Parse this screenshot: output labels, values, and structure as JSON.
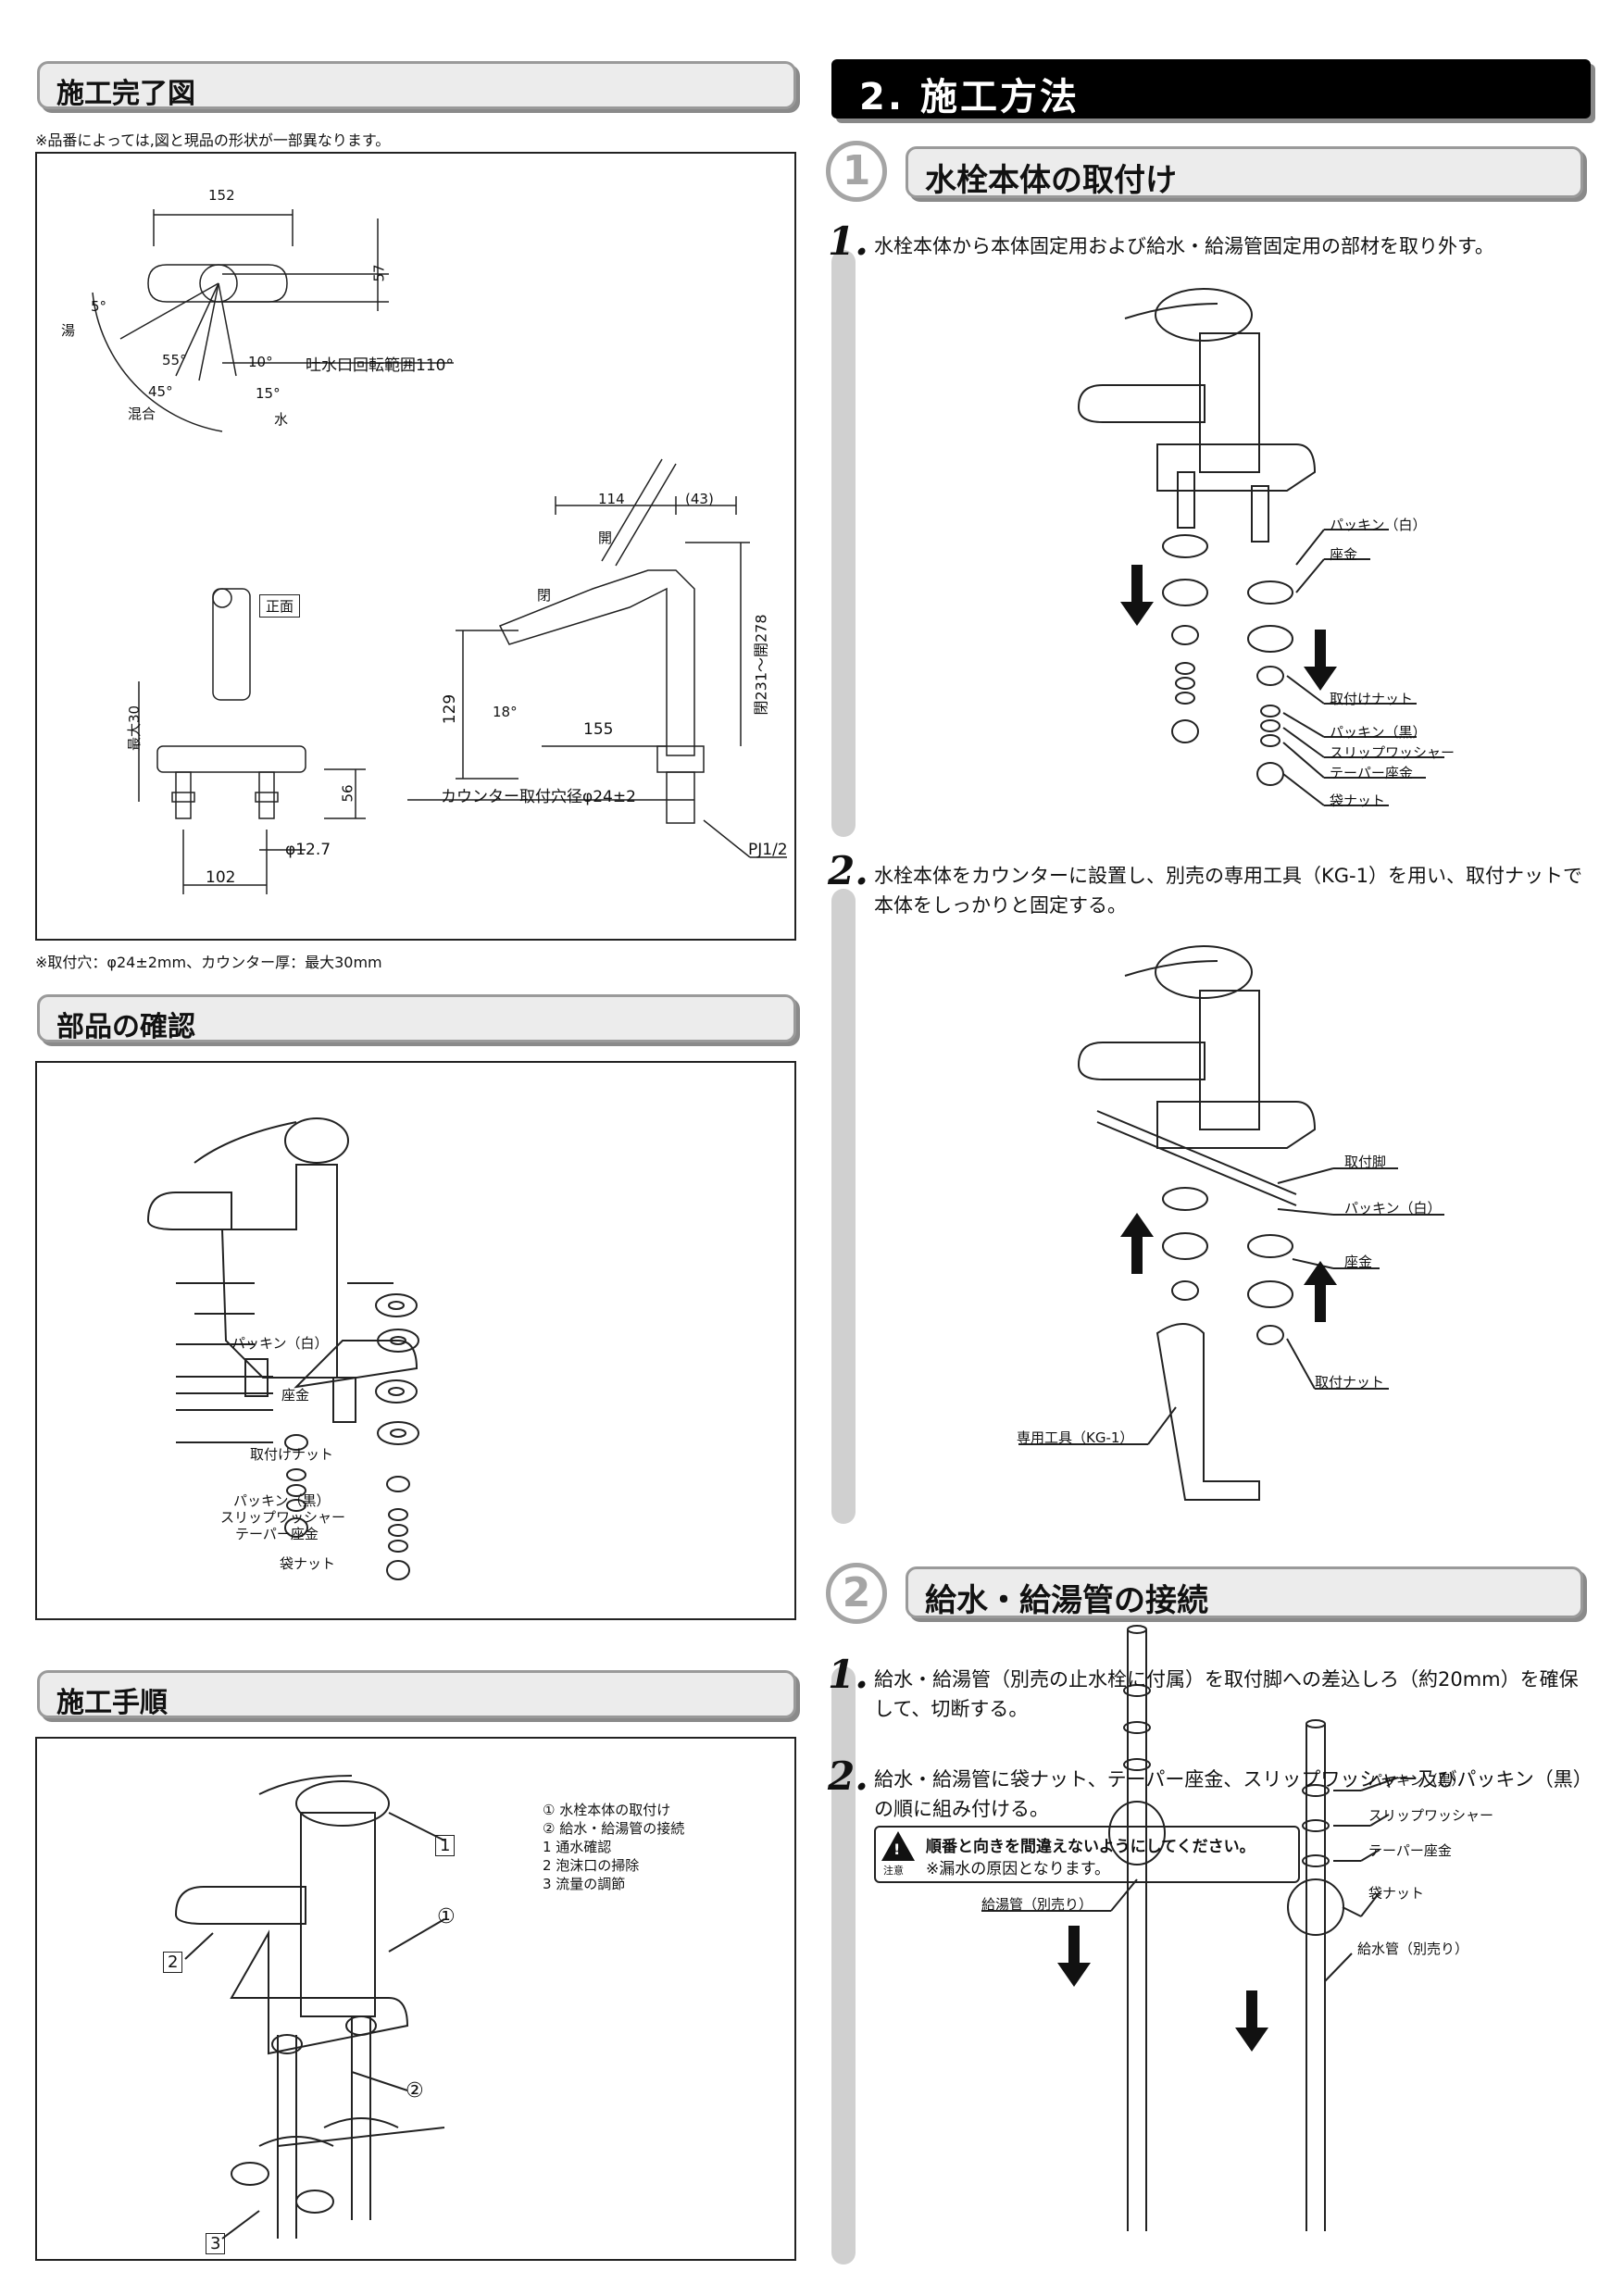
{
  "left": {
    "completion": {
      "title": "施工完了図",
      "note_top": "※品番によっては,図と現品の形状が一部異なります。",
      "labels": {
        "w152": "152",
        "h57": "57",
        "hot": "湯",
        "a5": "5°",
        "a55": "55°",
        "a10": "10°",
        "a45": "45°",
        "a15": "15°",
        "mix": "混合",
        "cold": "水",
        "spout_range": "吐水口回転範囲110°",
        "front": "正面",
        "max30": "最大30",
        "h56": "56",
        "phi127": "φ12.7",
        "w102": "102",
        "d114": "114",
        "d43": "(43)",
        "open1": "開",
        "open2": "閉",
        "h129": "129",
        "a18": "18°",
        "d155": "155",
        "hrange": "閉231〜開278",
        "counter_hole": "カウンター取付穴径φ24±2",
        "pj": "PJ1/2"
      },
      "note_bottom": "※取付穴：φ24±2mm、カウンター厚：最大30mm"
    },
    "parts": {
      "title": "部品の確認",
      "labels": [
        "パッキン（白）",
        "座金",
        "取付けナット",
        "パッキン（黒）",
        "スリップワッシャー",
        "テーパー座金",
        "袋ナット"
      ]
    },
    "procedure": {
      "title": "施工手順",
      "markers": {
        "m1": "1",
        "m2": "2",
        "m3": "3",
        "c1": "①",
        "c2": "②"
      },
      "list": [
        "① 水栓本体の取付け",
        "② 給水・給湯管の接続",
        "1 通水確認",
        "2 泡沫口の掃除",
        "3 流量の調節"
      ]
    }
  },
  "right": {
    "main_title": "2. 施工方法",
    "section1": {
      "num": "1",
      "title": "水栓本体の取付け",
      "step1": {
        "num": "1.",
        "text": "水栓本体から本体固定用および給水・給湯管固定用の部材を取り外す。"
      },
      "step1_labels": [
        "パッキン（白）",
        "座金",
        "取付けナット",
        "パッキン（黒）",
        "スリップワッシャー",
        "テーパー座金",
        "袋ナット"
      ],
      "step2": {
        "num": "2.",
        "text": "水栓本体をカウンターに設置し、別売の専用工具（KG-1）を用い、取付ナットで本体をしっかりと固定する。"
      },
      "step2_labels": [
        "取付脚",
        "パッキン（白）",
        "座金",
        "取付ナット",
        "専用工具（KG-1）"
      ]
    },
    "section2": {
      "num": "2",
      "title": "給水・給湯管の接続",
      "step1": {
        "num": "1.",
        "text": "給水・給湯管（別売の止水栓に付属）を取付脚への差込しろ（約20mm）を確保して、切断する。"
      },
      "step2": {
        "num": "2.",
        "text": "給水・給湯管に袋ナット、テーパー座金、スリップワッシャー及びパッキン（黒）の順に組み付ける。"
      },
      "caution": {
        "icon_label": "注意",
        "line1": "順番と向きを間違えないようにしてください。",
        "line2": "※漏水の原因となります。"
      },
      "pipe_labels": [
        "給湯管（別売り）",
        "パッキン（黒）",
        "スリップワッシャー",
        "テーパー座金",
        "袋ナット",
        "給水管（別売り）"
      ]
    }
  }
}
